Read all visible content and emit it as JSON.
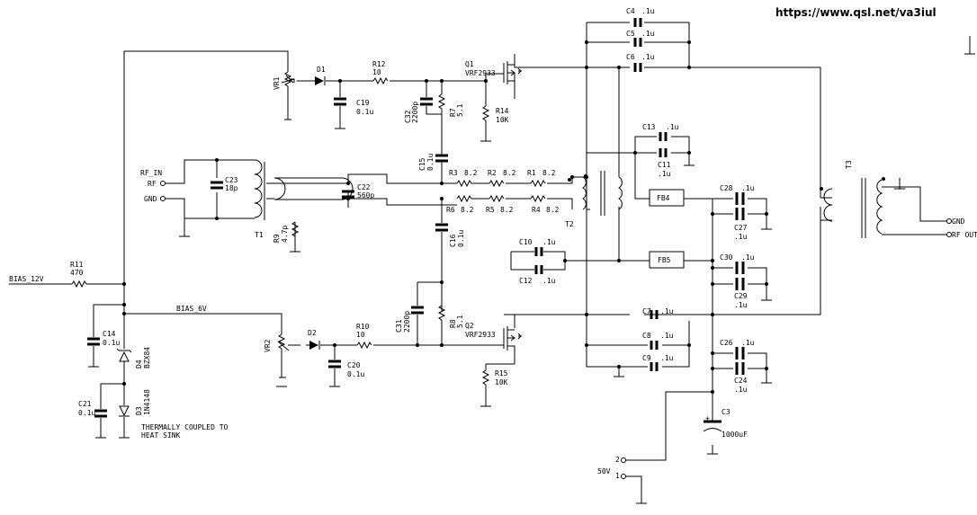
{
  "url": "https://www.qsl.net/va3iul",
  "labels": {
    "rf_in": "RF_IN",
    "rf_in_rf": "RF",
    "rf_in_gnd": "GND",
    "bias_12v": "BIAS_12V",
    "bias_6v": "BIAS_6V",
    "rf_out": "RF OUT",
    "rf_out_gnd": "GND",
    "thermal": "THERMALLY COUPLED TO",
    "heat_sink": "HEAT SINK",
    "v50": "50V",
    "pin2": "2",
    "pin1": "1"
  },
  "components": {
    "c4": [
      "C4",
      ".1u"
    ],
    "c5": [
      "C5",
      ".1u"
    ],
    "c6": [
      "C6",
      ".1u"
    ],
    "vr1": "VR1",
    "d1": "D1",
    "r12": [
      "R12",
      "10"
    ],
    "c19": [
      "C19",
      "0.1u"
    ],
    "c32": [
      "C32",
      "2200p"
    ],
    "r7": [
      "R7",
      "5.1"
    ],
    "q1": [
      "Q1",
      "VRF2933"
    ],
    "r14": [
      "R14",
      "10K"
    ],
    "c13": [
      "C13",
      ".1u"
    ],
    "c11": [
      "C11",
      ".1u"
    ],
    "t3": "T3",
    "c15": [
      "C15",
      "0.1u"
    ],
    "rf_in_c23": [
      "C23",
      "18p"
    ],
    "c22": [
      "C22",
      "560p"
    ],
    "r3": [
      "R3",
      "8.2"
    ],
    "r2": [
      "R2",
      "8.2"
    ],
    "r1": [
      "R1",
      "8.2"
    ],
    "fb4": "FB4",
    "c28": [
      "C28",
      ".1u"
    ],
    "c27": [
      "C27",
      ".1u"
    ],
    "r6": [
      "R6",
      "8.2"
    ],
    "r5": [
      "R5",
      "8.2"
    ],
    "r4": [
      "R4",
      "8.2"
    ],
    "t1": "T1",
    "r9": [
      "R9",
      "4.7p"
    ],
    "t2": "T2",
    "c16": [
      "C16",
      "0.1u"
    ],
    "c10": [
      "C10",
      ".1u"
    ],
    "c12": [
      "C12",
      ".1u"
    ],
    "fb5": "FB5",
    "c30": [
      "C30",
      ".1u"
    ],
    "c29": [
      "C29",
      ".1u"
    ],
    "r11": [
      "R11",
      "470"
    ],
    "c14": [
      "C14",
      "0.1u"
    ],
    "d4": [
      "D4",
      "BZX84"
    ],
    "c31": [
      "C31",
      "2200p"
    ],
    "r8": [
      "R8",
      "5.1"
    ],
    "c7": [
      "C7",
      ".1u"
    ],
    "vr2": "VR2",
    "d2": "D2",
    "r10": [
      "R10",
      "10"
    ],
    "q2": [
      "Q2",
      "VRF2933"
    ],
    "c8": [
      "C8",
      ".1u"
    ],
    "c26": [
      "C26",
      ".1u"
    ],
    "c9": [
      "C9",
      ".1u"
    ],
    "c24": [
      "C24",
      ".1u"
    ],
    "c20": [
      "C20",
      "0.1u"
    ],
    "r15": [
      "R15",
      "10K"
    ],
    "c21": [
      "C21",
      "0.1u"
    ],
    "d3": [
      "D3",
      "1N4148"
    ],
    "c3": [
      "C3",
      "1000uF"
    ]
  }
}
